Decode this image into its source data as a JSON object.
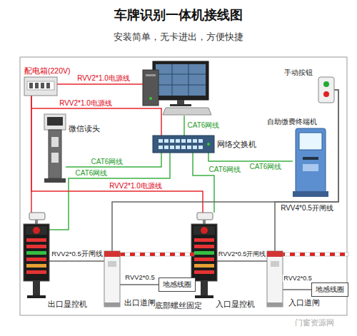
{
  "diagram": {
    "title": "车牌识别一体机接线图",
    "nodes": [
      {
        "text": [
          "配电箱(220V)"
        ]
      },
      {
        "text": [
          "手动按钮"
        ]
      },
      {
        "text": [
          "微信读头"
        ]
      },
      {
        "text": [
          "网络交换机"
        ]
      },
      {
        "text": [
          "自助缴费终端机"
        ]
      },
      {
        "text": [
          "出口显控机"
        ]
      },
      {
        "text": [
          "出口道闸"
        ]
      },
      {
        "text": [
          "地感线圈"
        ]
      },
      {
        "text": [
          "入口显控机"
        ]
      },
      {
        "text": [
          "入口道闸"
        ]
      },
      {
        "text": [
          "地感线圈"
        ]
      }
    ],
    "edges": [
      {
        "from": 0,
        "to": 3,
        "arrow": "none",
        "label": "RVV2*1.0电源线"
      },
      {
        "from": 3,
        "to": 2,
        "arrow": "none",
        "label": "CAT6网线"
      },
      {
        "from": 3,
        "to": 5,
        "arrow": "none",
        "label": "CAT6网线"
      },
      {
        "from": 3,
        "to": 8,
        "arrow": "none",
        "label": "CAT6网线"
      },
      {
        "from": 3,
        "to": 4,
        "arrow": "none",
        "label": "CAT6网线"
      },
      {
        "from": 0,
        "to": 5,
        "arrow": "none"
      },
      {
        "from": 0,
        "to": 8,
        "arrow": "none",
        "label": "RVV2*1.0电源线"
      },
      {
        "from": 1,
        "to": 6,
        "arrow": "none"
      },
      {
        "from": 1,
        "to": 9,
        "arrow": "none",
        "label": "RVV4*0.5开闸线"
      },
      {
        "from": 5,
        "to": 6,
        "arrow": "none",
        "label": "RVV2*0.5开闸线"
      },
      {
        "from": 6,
        "to": 7,
        "arrow": "none",
        "label": "RVV2*0.5"
      },
      {
        "from": 8,
        "to": 9,
        "arrow": "none",
        "label": "RVV2*0.5开闸线"
      },
      {
        "from": 9,
        "to": 10,
        "arrow": "none",
        "label": "RVV2*0.5"
      }
    ],
    "labels": [
      "安装简单，无卡进出，方便快捷",
      "RVV2*1.0电源线",
      "CAT6网线",
      "底部螺丝固定",
      "门窗资源网"
    ]
  }
}
